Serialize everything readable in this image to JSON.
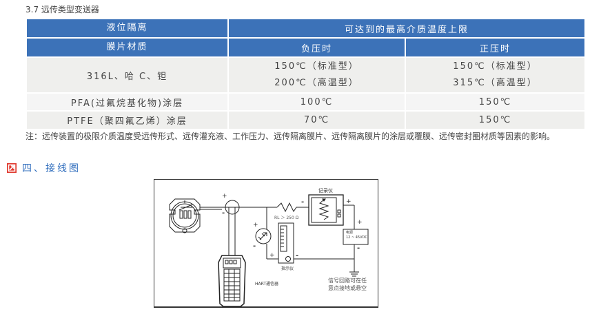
{
  "section": {
    "title": "3.7 远传类型变送器"
  },
  "table": {
    "header": {
      "col1_line1": "液位隔离",
      "col1_line2": "膜片材质",
      "group_title": "可达到的最高介质温度上限",
      "sub_negative": "负压时",
      "sub_positive": "正压时"
    },
    "rows": [
      {
        "material": "316L、哈 C、钽",
        "negative": [
          "150℃（标准型）",
          "200℃（高温型）"
        ],
        "positive": [
          "150℃（标准型）",
          "315℃（高温型）"
        ]
      },
      {
        "material": "PFA(过氟烷基化物)涂层",
        "negative": [
          "100℃"
        ],
        "positive": [
          "150℃"
        ]
      },
      {
        "material": "PTFE（聚四氟乙烯）涂层",
        "negative": [
          "70℃"
        ],
        "positive": [
          "150℃"
        ]
      }
    ]
  },
  "note": {
    "text": "注：远传装置的极限介质温度受远传形式、远传灌充液、工作压力、远传隔离膜片、远传隔离膜片的涂层或覆膜、远传密封圈材质等因素的影响。"
  },
  "wiring": {
    "heading": "四、接线图",
    "badge_icon": "arrow-box-icon",
    "badge_color": "#e03a2f",
    "heading_color": "#2f6dbd",
    "labels": {
      "recorder": "记录仪",
      "resistor": "RL ＞ 250 Ω",
      "power_line1": "电源",
      "power_line2": "12 ~ 45VDC",
      "indicator": "指示仪",
      "hart": "HART通信器",
      "ground_line1": "信号回路可在任",
      "ground_line2": "意点接地或悬空",
      "plus": "+",
      "minus": "-"
    }
  },
  "colors": {
    "header_blue": "#3c72b8",
    "row_gray": "#efefed",
    "row_light": "#f5f5f5"
  }
}
